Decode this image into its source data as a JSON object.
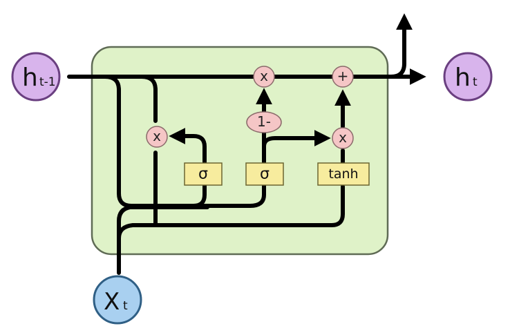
{
  "colors": {
    "cell_fill": "#dff2c8",
    "cell_stroke": "#5f6b55",
    "hidden_state_fill": "#d8b4ec",
    "hidden_state_stroke": "#6a3f80",
    "input_fill": "#a9d0f0",
    "input_stroke": "#2f5f85",
    "op_fill": "#f5c6c6",
    "gate_fill": "#f7ec9e",
    "wire": "#000000"
  },
  "nodes": {
    "h_prev": {
      "main": "h",
      "sub": "t-1"
    },
    "h_next": {
      "main": "h",
      "sub": "t"
    },
    "x_in": {
      "main": "X",
      "sub": "t"
    }
  },
  "ops": {
    "reset_multiply": "x",
    "forget_multiply": "x",
    "one_minus": "1-",
    "candidate_multiply": "x",
    "add": "+"
  },
  "gates": {
    "reset_gate": "σ",
    "update_gate": "σ",
    "candidate": "tanh"
  }
}
